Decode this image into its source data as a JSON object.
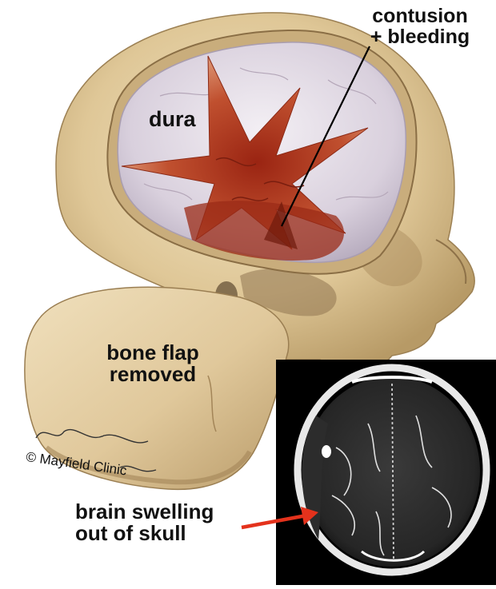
{
  "labels": {
    "dura": "dura",
    "contusion_line1": "contusion",
    "contusion_line2": "+ bleeding",
    "bone_line1": "bone flap",
    "bone_line2": "removed",
    "swelling_line1": "brain swelling",
    "swelling_line2": "out of skull",
    "copyright": "© Mayfield Clinic"
  },
  "colors": {
    "bone": "#e3cfa4",
    "bone_shadow": "#b89c6c",
    "dura": "#dcd4e0",
    "bleeding": "#a8331c",
    "ct_background": "#000000",
    "arrow": "#e4321c"
  }
}
